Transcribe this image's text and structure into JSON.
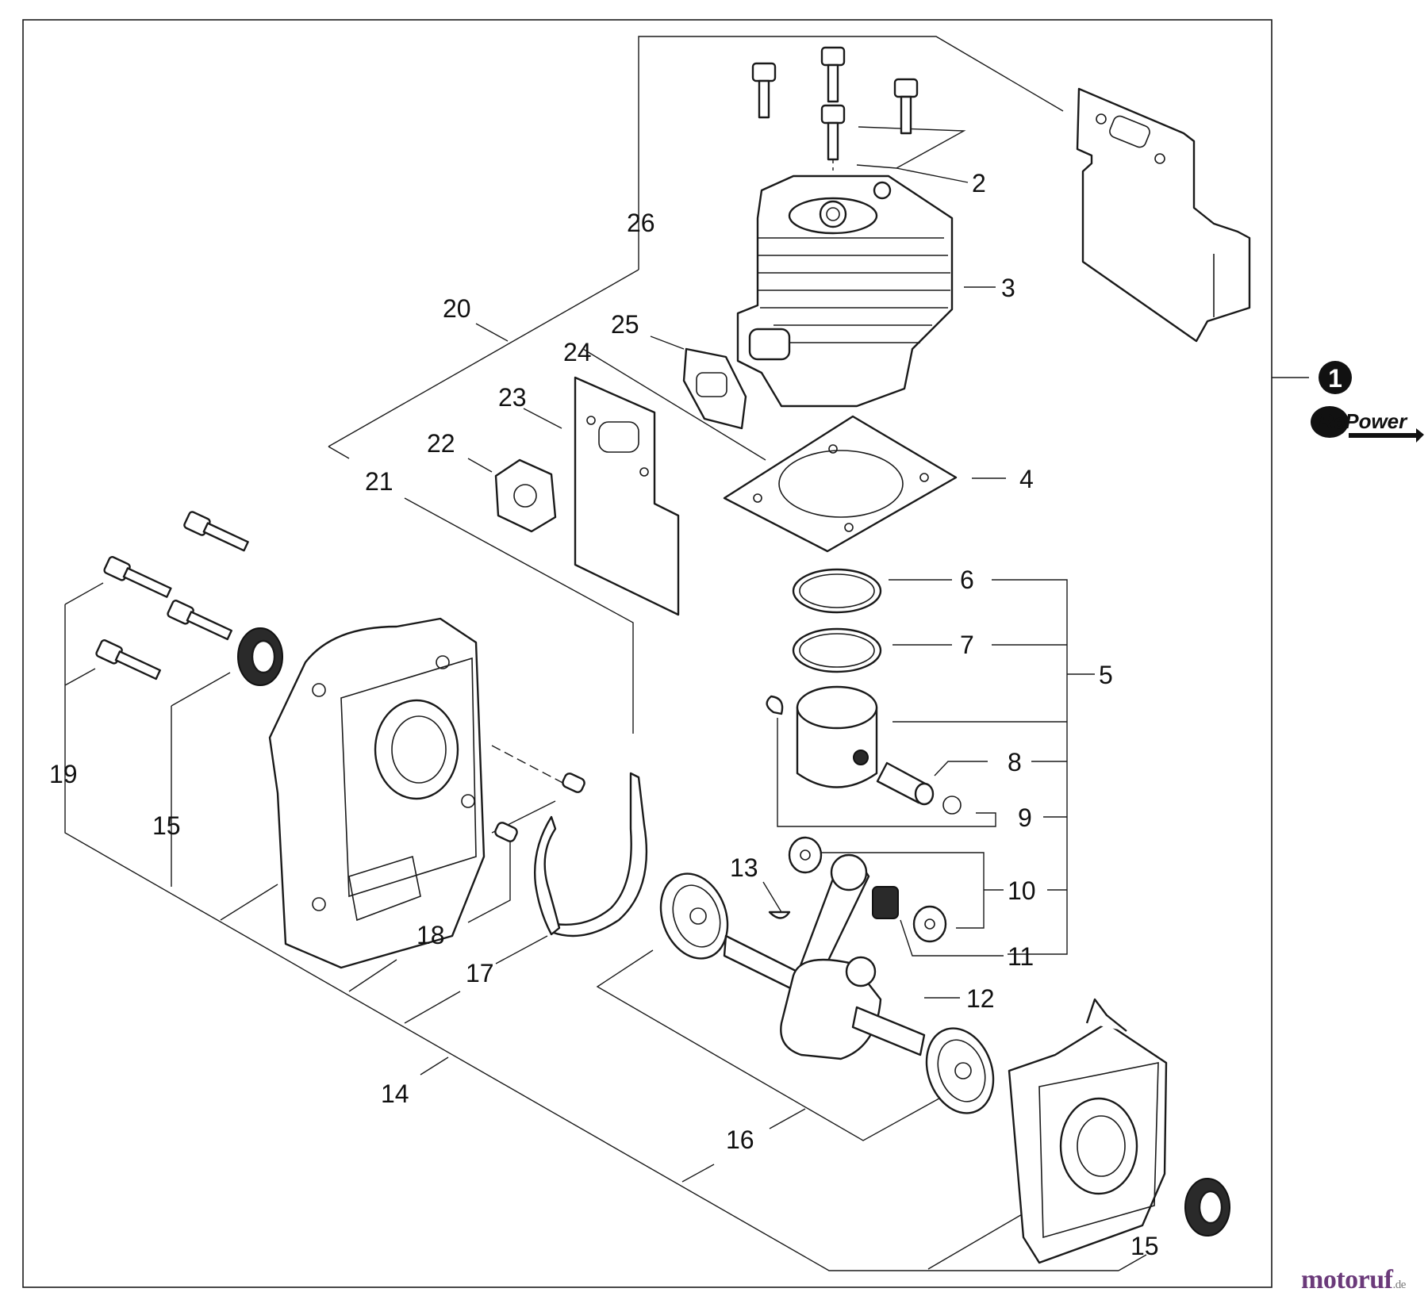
{
  "diagram": {
    "assembly_number": "1",
    "logo_text": "RePower",
    "watermark": {
      "brand": "motoruf",
      "suffix": ".de"
    },
    "callouts": [
      "2",
      "3",
      "4",
      "5",
      "6",
      "7",
      "8",
      "9",
      "10",
      "11",
      "12",
      "13",
      "14",
      "15",
      "15",
      "16",
      "17",
      "18",
      "19",
      "20",
      "21",
      "22",
      "23",
      "24",
      "25",
      "26"
    ]
  }
}
